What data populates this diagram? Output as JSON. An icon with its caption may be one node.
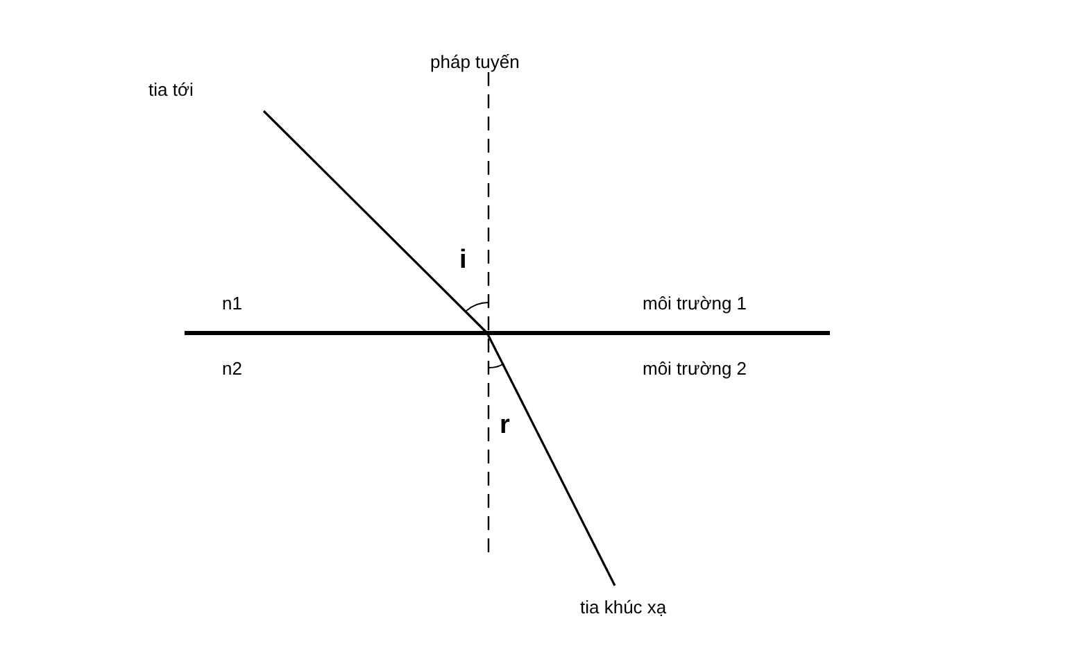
{
  "diagram": {
    "labels": [
      "pháp tuyến",
      "tia tới",
      "i",
      "n1",
      "môi trường 1",
      "n2",
      "môi trường 2",
      "r",
      "tia khúc xạ"
    ]
  }
}
